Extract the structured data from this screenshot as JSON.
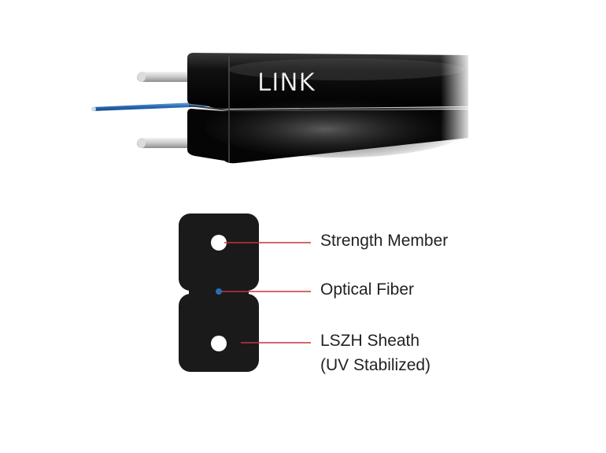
{
  "brand": {
    "text": "LINK"
  },
  "cross_section": {
    "labels": {
      "strength_member": "Strength Member",
      "optical_fiber": "Optical Fiber",
      "sheath_line1": "LSZH Sheath",
      "sheath_line2": "(UV Stabilized)"
    }
  },
  "colors": {
    "sheath": "#1a1a1a",
    "fiber": "#2a6db5",
    "leader_line": "#c8323c",
    "strength_member": "#ffffff",
    "label_text": "#222222"
  }
}
